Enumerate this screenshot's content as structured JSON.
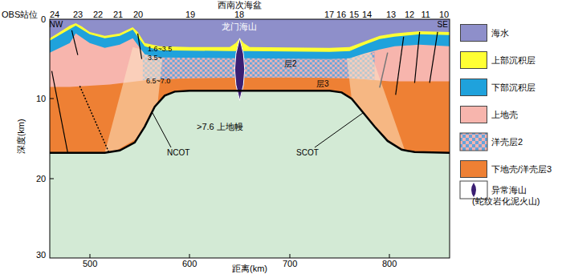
{
  "diagram": {
    "labels": [
      "OBS站位",
      "24",
      "23",
      "22",
      "21",
      "20",
      "19",
      "18",
      "17",
      "16",
      "15",
      "14",
      "13",
      "12",
      "11",
      "10",
      "西南次海盆",
      "NW",
      "SE",
      "龙门海山",
      "1.6~3.5",
      "3.5~",
      "层2",
      "6.5~7.0",
      "层3",
      ">7.6 上地幔",
      "NCOT",
      "SCOT",
      "0",
      "10",
      "20",
      "30",
      "深度(km)",
      "500",
      "600",
      "700",
      "800",
      "距离(km)"
    ],
    "legend": [
      {
        "text": "海水",
        "color": "#8e8fca"
      },
      {
        "text": "上部沉积层",
        "color": "#ffff33"
      },
      {
        "text": "下部沉积层",
        "color": "#1fa2dc"
      },
      {
        "text": "上地壳",
        "color": "#f7b5ad"
      },
      {
        "text": "洋壳层2"
      },
      {
        "text": "下地壳/洋壳层3",
        "color": "#ee8034"
      },
      {
        "text": "异常海山 (蛇纹岩化泥火山)"
      }
    ]
  }
}
